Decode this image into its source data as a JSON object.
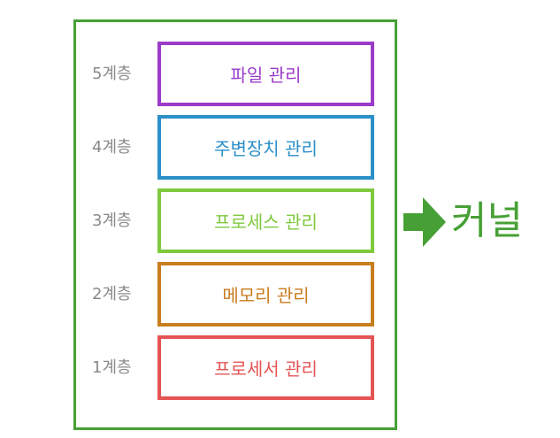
{
  "layers": [
    {
      "label": "5계층",
      "name": "파일 관리",
      "color": "#9b3bc8"
    },
    {
      "label": "4계층",
      "name": "주변장치 관리",
      "color": "#2b8fc8"
    },
    {
      "label": "3계층",
      "name": "프로세스 관리",
      "color": "#7fc93c"
    },
    {
      "label": "2계층",
      "name": "메모리 관리",
      "color": "#c87d1e"
    },
    {
      "label": "1계층",
      "name": "프로세서 관리",
      "color": "#e55454"
    }
  ],
  "kernel": {
    "label": "커널",
    "color": "#46a035"
  }
}
